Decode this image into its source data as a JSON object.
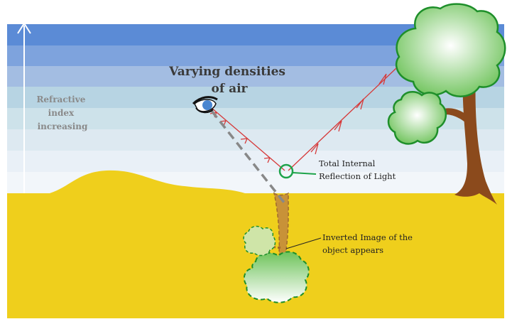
{
  "title": {
    "line1": "Varying densities",
    "line2": "of air"
  },
  "side_label": {
    "line1": "Refractive",
    "line2": "index",
    "line3": "increasing"
  },
  "reflection_label": {
    "line1": "Total Internal",
    "line2": "Reflection of Light"
  },
  "image_label": {
    "line1": "Inverted Image of the",
    "line2": "object appears"
  },
  "colors": {
    "sky_layers": [
      "#5b8bd6",
      "#7ea3dd",
      "#a3bde2",
      "#b7d4e3",
      "#cde2ea",
      "#dde9f1",
      "#e9f0f7",
      "#f2f6fa"
    ],
    "ground": "#efcf1c",
    "ray": "#d63a3a",
    "foliage": "#6ec35a",
    "foliage_outline": "#1e8f2a",
    "trunk": "#8b4a1c",
    "eye": "#4a86d0",
    "circle_marker": "#1da34a",
    "arrow_axis": "#ffffff",
    "title_text": "#3a3a3a",
    "side_text": "#8a8a8a"
  },
  "icons": {
    "eye": "eye-icon",
    "tree": "tree-icon",
    "mirage": "inverted-tree-icon"
  }
}
